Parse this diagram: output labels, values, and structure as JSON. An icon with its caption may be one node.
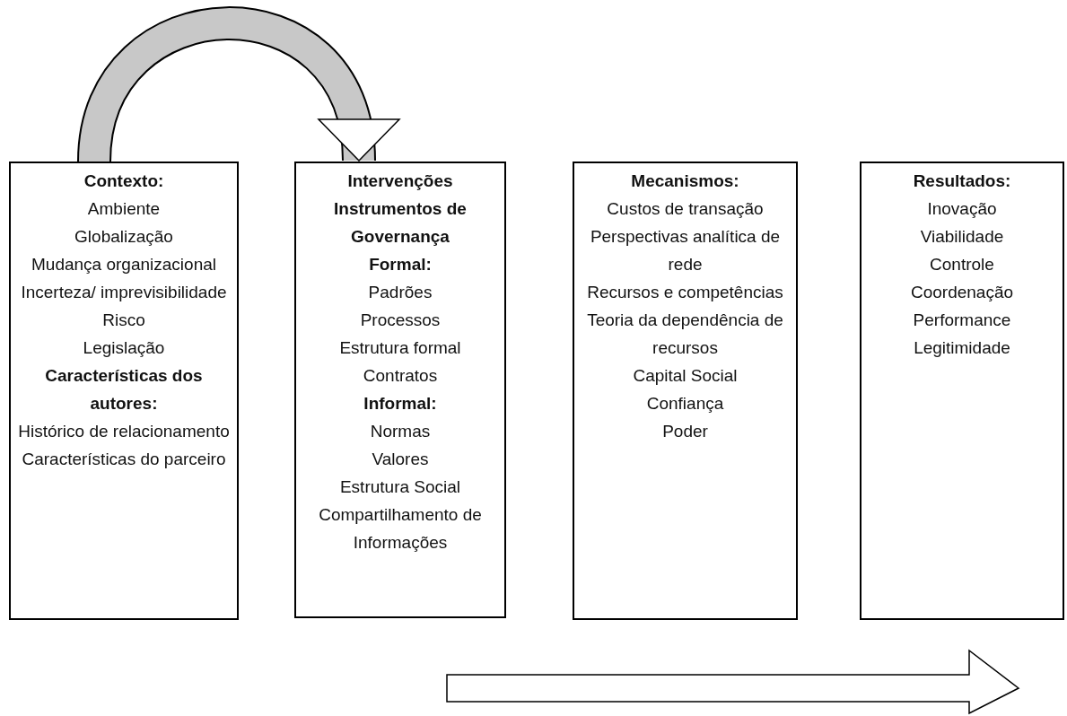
{
  "diagram": {
    "nodes": [
      {
        "text": [
          "Contexto:",
          "Ambiente",
          "Globalização",
          "Mudança organizacional",
          "Incerteza/ imprevisibilidade",
          "Risco",
          "Legislação",
          "Características dos autores:",
          "Histórico de relacionamento",
          "Características do parceiro"
        ]
      },
      {
        "text": [
          "Intervenções",
          "Instrumentos de Governança",
          "Formal:",
          "Padrões",
          "Processos",
          "Estrutura formal",
          "Contratos",
          "Informal:",
          "Normas",
          "Valores",
          "Estrutura Social",
          "Compartilhamento de Informações"
        ]
      },
      {
        "text": [
          "Mecanismos:",
          "Custos de transação",
          "Perspectivas analítica de rede",
          "Recursos e competências",
          "Teoria da dependência de recursos",
          "Capital Social",
          "Confiança",
          "Poder"
        ]
      },
      {
        "text": [
          "Resultados:",
          "Inovação",
          "Viabilidade",
          "Controle",
          "Coordenação",
          "Performance",
          "Legitimidade"
        ]
      }
    ],
    "edges": [
      {
        "from": 0,
        "to": 1,
        "arrow": "to"
      }
    ]
  }
}
